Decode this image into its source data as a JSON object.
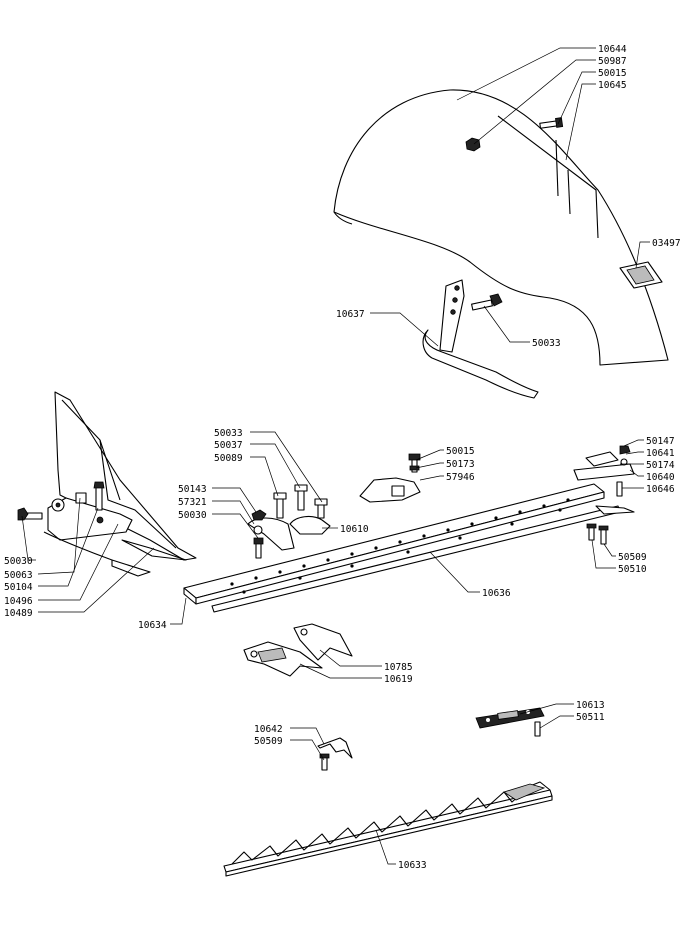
{
  "part_labels": {
    "p10644": "10644",
    "p50987": "50987",
    "p50015a": "50015",
    "p10645": "10645",
    "p03497": "03497",
    "p10637": "10637",
    "p50033a": "50033",
    "p50033b": "50033",
    "p50037": "50037",
    "p50089": "50089",
    "p50143": "50143",
    "p57321": "57321",
    "p50030a": "50030",
    "p10610": "10610",
    "p50015b": "50015",
    "p50173": "50173",
    "p57946": "57946",
    "p50147": "50147",
    "p10641": "10641",
    "p50174": "50174",
    "p10640": "10640",
    "p10646": "10646",
    "p50509a": "50509",
    "p50510": "50510",
    "p10636": "10636",
    "p10634": "10634",
    "p50030b": "50030",
    "p50063": "50063",
    "p50104": "50104",
    "p10496": "10496",
    "p10489": "10489",
    "p10785": "10785",
    "p10619": "10619",
    "p10613": "10613",
    "p50511": "50511",
    "p10642": "10642",
    "p50509b": "50509",
    "p10633": "10633"
  }
}
